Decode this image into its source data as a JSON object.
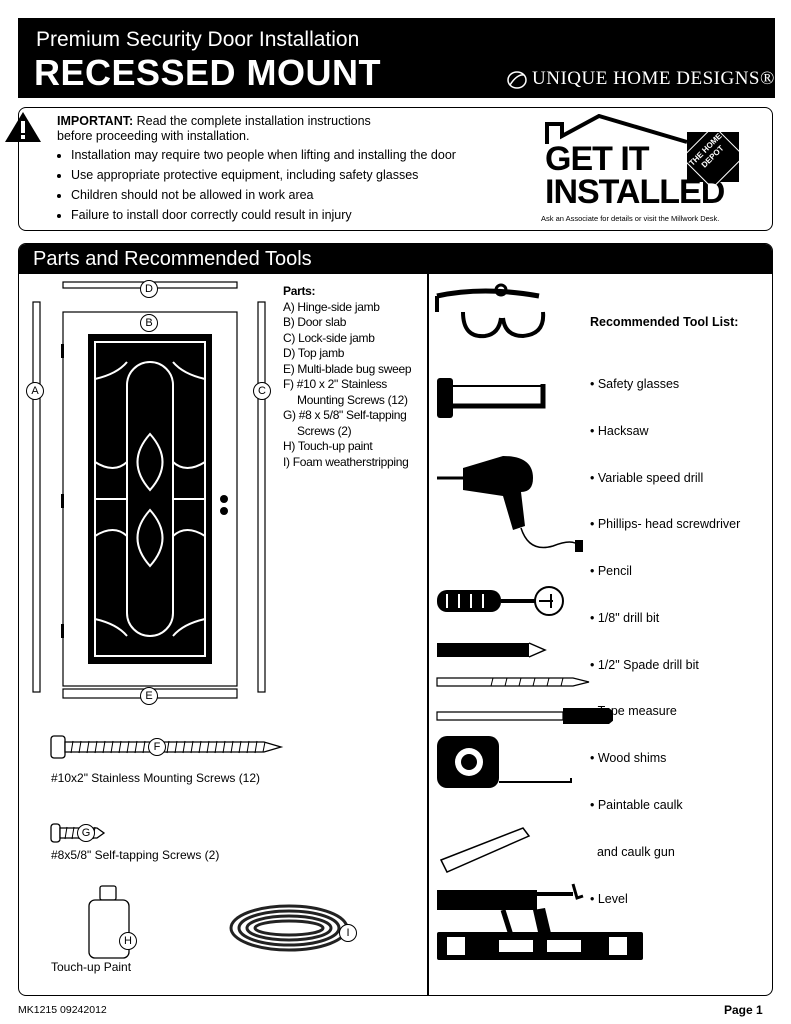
{
  "header": {
    "subtitle": "Premium Security Door Installation",
    "title": "RECESSED MOUNT",
    "brand": "UNIQUE HOME DESIGNS®"
  },
  "important": {
    "lead_bold": "IMPORTANT:",
    "lead_text": " Read the complete installation instructions",
    "lead_text2": "before proceeding with installation.",
    "bullets": [
      "Installation may require two people when lifting and installing the door",
      "Use appropriate protective equipment, including safety glasses",
      "Children should not be allowed in work area",
      "Failure to install door correctly could result in injury"
    ],
    "promo": {
      "line1": "GET IT",
      "line2": "INSTALLED",
      "badge": "THE HOME DEPOT",
      "note": "Ask an Associate for details or visit the Millwork Desk."
    }
  },
  "parts_section": {
    "title": "Parts and Recommended Tools",
    "parts_heading": "Parts:",
    "parts": [
      "A) Hinge-side jamb",
      "B) Door slab",
      "C) Lock-side jamb",
      "D) Top jamb",
      "E) Multi-blade bug sweep",
      "F) #10 x 2\" Stainless",
      "Mounting Screws (12)",
      "G) #8 x 5/8\" Self-tapping",
      "Screws (2)",
      "H) Touch-up paint",
      "I) Foam weatherstripping"
    ],
    "letters": [
      "A",
      "B",
      "C",
      "D",
      "E",
      "F",
      "G",
      "H",
      "I"
    ],
    "captions": {
      "screw_f": "#10x2\" Stainless Mounting Screws (12)",
      "screw_g": "#8x5/8\" Self-tapping Screws (2)",
      "paint": "Touch-up Paint"
    },
    "tools_heading": "Recommended Tool List:",
    "tools": [
      "• Safety glasses",
      "• Hacksaw",
      "• Variable speed drill",
      "• Phillips- head screwdriver",
      "• Pencil",
      "• 1/8\" drill bit",
      "• 1/2\" Spade drill bit",
      "• Tape measure",
      "• Wood shims",
      "• Paintable caulk",
      "  and caulk gun",
      "• Level"
    ]
  },
  "footer": {
    "code": "MK1215 09242012",
    "page": "Page 1"
  }
}
